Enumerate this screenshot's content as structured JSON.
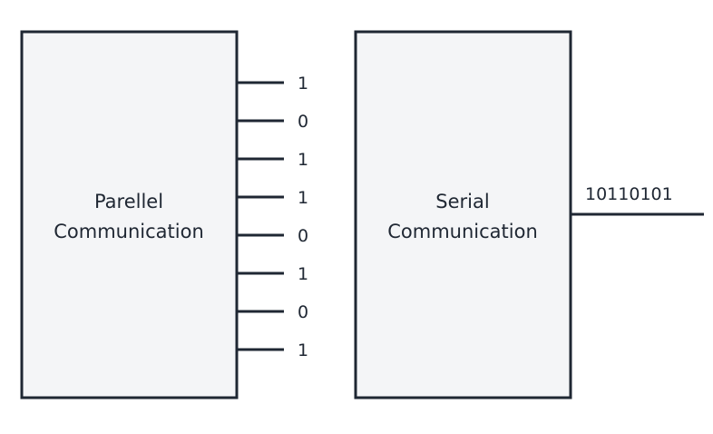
{
  "parallel": {
    "label_line1": "Parellel",
    "label_line2": "Communication",
    "bits": [
      "1",
      "0",
      "1",
      "1",
      "0",
      "1",
      "0",
      "1"
    ]
  },
  "serial": {
    "label_line1": "Serial",
    "label_line2": "Communication",
    "stream": "10110101"
  },
  "colors": {
    "stroke": "#1f2733",
    "box_fill": "#f4f5f7"
  }
}
